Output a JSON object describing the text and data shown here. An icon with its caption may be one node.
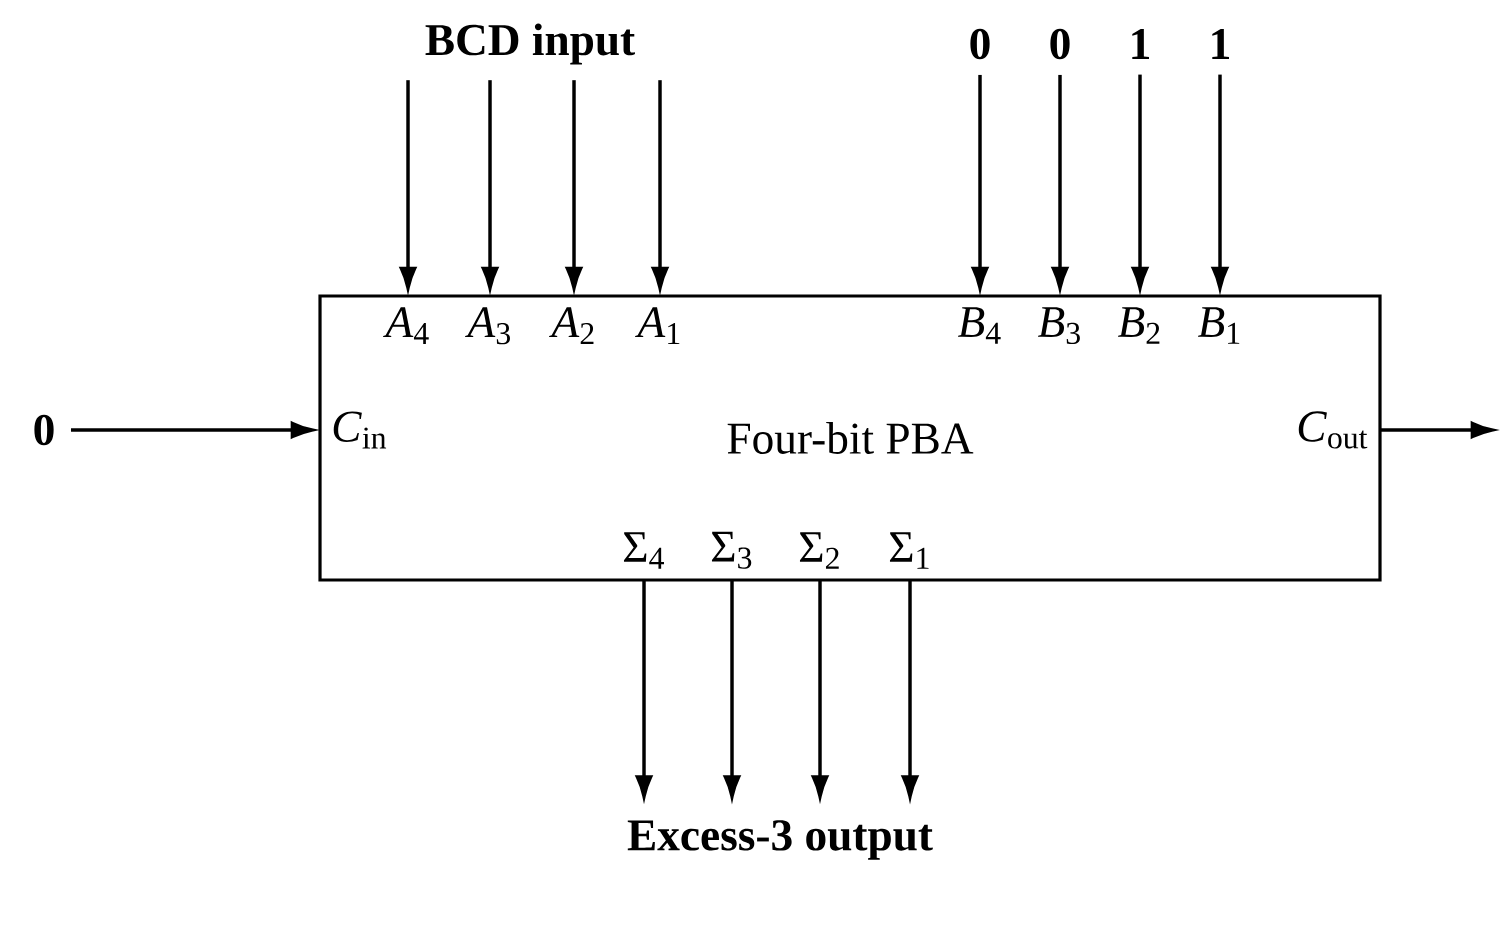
{
  "diagram": {
    "nodes": [
      {
        "text": [
          "Four-bit PBA"
        ]
      },
      {
        "text": [
          "*A*$_{4}$"
        ],
        "in": 0
      },
      {
        "text": [
          "*A*$_{3}$"
        ],
        "in": 0
      },
      {
        "text": [
          "*A*$_{2}$"
        ],
        "in": 0
      },
      {
        "text": [
          "*A*$_{1}$"
        ],
        "in": 0
      },
      {
        "text": [
          "*B*$_{4}$"
        ],
        "in": 0
      },
      {
        "text": [
          "*B*$_{3}$"
        ],
        "in": 0
      },
      {
        "text": [
          "*B*$_{2}$"
        ],
        "in": 0
      },
      {
        "text": [
          "*B*$_{1}$"
        ],
        "in": 0
      },
      {
        "text": [
          "*C*$_{in}$"
        ],
        "in": 0
      },
      {
        "text": [
          "*C*$_{out}$"
        ],
        "in": 0
      },
      {
        "text": [
          "Σ$_{4}$"
        ],
        "in": 0
      },
      {
        "text": [
          "Σ$_{3}$"
        ],
        "in": 0
      },
      {
        "text": [
          "Σ$_{2}$"
        ],
        "in": 0
      },
      {
        "text": [
          "Σ$_{1}$"
        ],
        "in": 0
      },
      {
        "text": [
          "BCD input"
        ]
      },
      {
        "text": [
          "0"
        ]
      },
      {
        "text": [
          "0"
        ]
      },
      {
        "text": [
          "1"
        ]
      },
      {
        "text": [
          "1"
        ]
      },
      {
        "text": [
          "0"
        ]
      },
      {
        "text": [
          "Excess-3 output"
        ]
      }
    ],
    "edges": [
      {
        "from": 15,
        "to": 1,
        "arrow": "to"
      },
      {
        "from": 15,
        "to": 2,
        "arrow": "to"
      },
      {
        "from": 15,
        "to": 3,
        "arrow": "to"
      },
      {
        "from": 15,
        "to": 4,
        "arrow": "to"
      },
      {
        "from": 16,
        "to": 5,
        "arrow": "to"
      },
      {
        "from": 17,
        "to": 6,
        "arrow": "to"
      },
      {
        "from": 18,
        "to": 7,
        "arrow": "to"
      },
      {
        "from": 19,
        "to": 8,
        "arrow": "to"
      },
      {
        "from": 20,
        "to": 9,
        "arrow": "to"
      },
      {
        "from": 10,
        "to": null,
        "arrow": "to"
      },
      {
        "from": 11,
        "to": 21,
        "arrow": "to"
      },
      {
        "from": 12,
        "to": 21,
        "arrow": "to"
      },
      {
        "from": 13,
        "to": 21,
        "arrow": "to"
      },
      {
        "from": 14,
        "to": 21,
        "arrow": "to"
      }
    ]
  }
}
